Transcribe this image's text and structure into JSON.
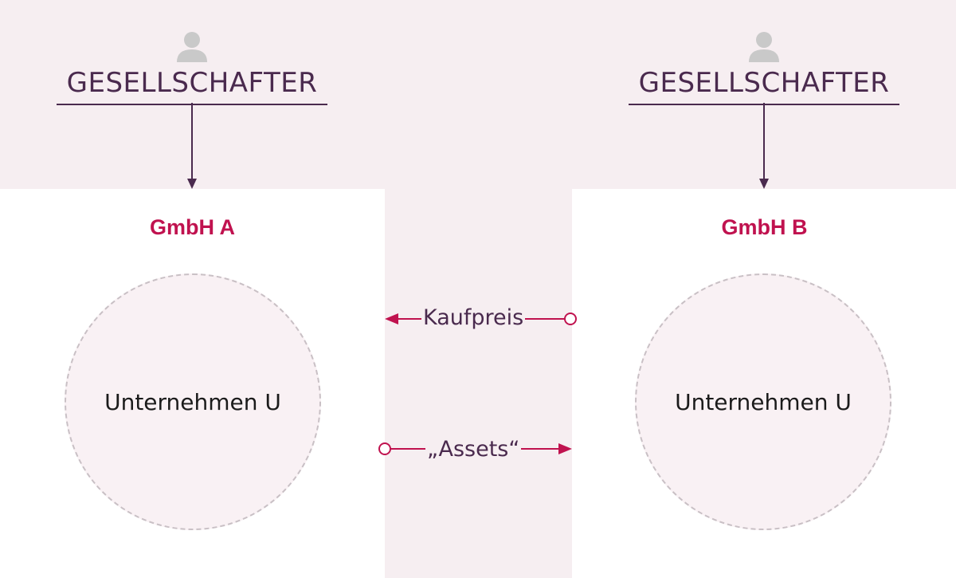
{
  "shareholders": [
    {
      "label": "GESELLSCHAFTER",
      "icon": "person-icon"
    },
    {
      "label": "GESELLSCHAFTER",
      "icon": "person-icon"
    }
  ],
  "companies": [
    {
      "name": "GmbH A",
      "entity": "Unternehmen U"
    },
    {
      "name": "GmbH B",
      "entity": "Unternehmen U"
    }
  ],
  "flows": {
    "price_label": "Kaufpreis",
    "assets_label": "„Assets“"
  },
  "colors": {
    "accent": "#c0124f",
    "dark": "#4a2a4e",
    "background": "#f6eef1"
  }
}
